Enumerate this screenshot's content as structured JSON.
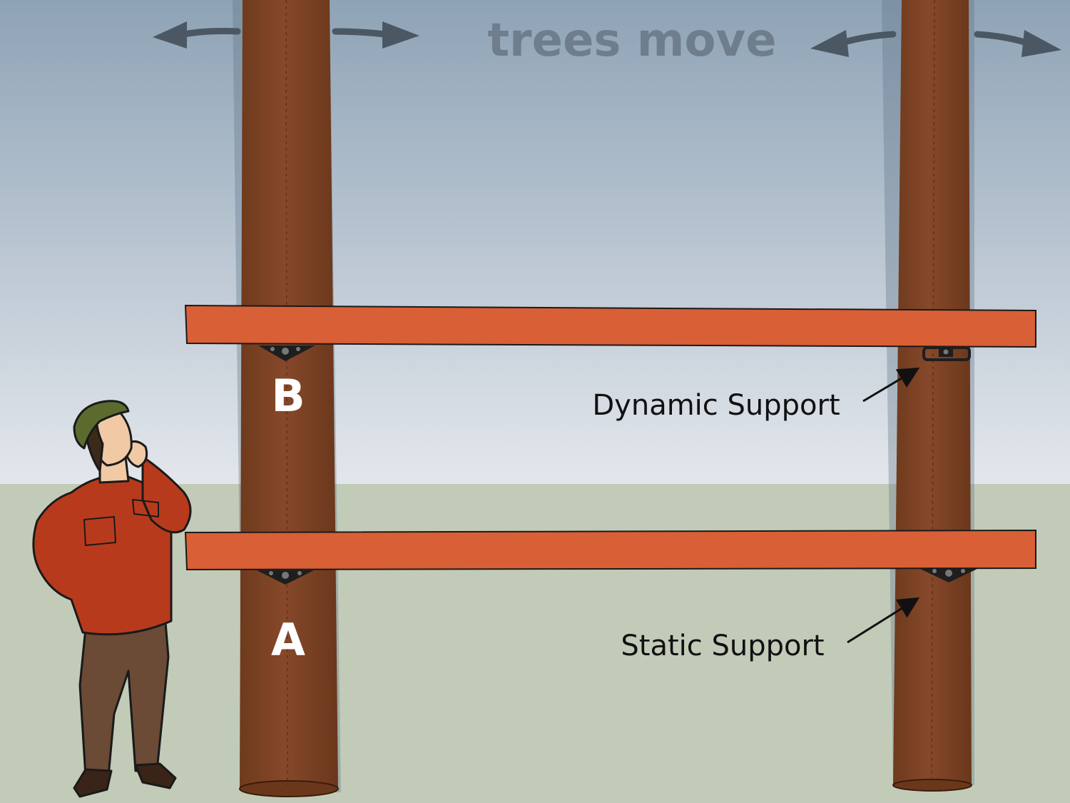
{
  "diagram": {
    "title": "trees move",
    "beam_upper_label": "B",
    "beam_lower_label": "A",
    "dynamic_label": "Dynamic Support",
    "static_label": "Static Support"
  },
  "colors": {
    "sky_top": "#8ea3b6",
    "sky_bottom": "#e3e7ec",
    "ground": "#c2cbb8",
    "trunk": "#7f4322",
    "trunk_dark": "#5e2f17",
    "beam": "#d95f36",
    "shirt": "#b83a1c",
    "pants": "#6b4a36",
    "hat": "#5b6b2e",
    "skin": "#f1c9a5",
    "title_text": "#6f7e8c",
    "arrow": "#4b5762"
  }
}
